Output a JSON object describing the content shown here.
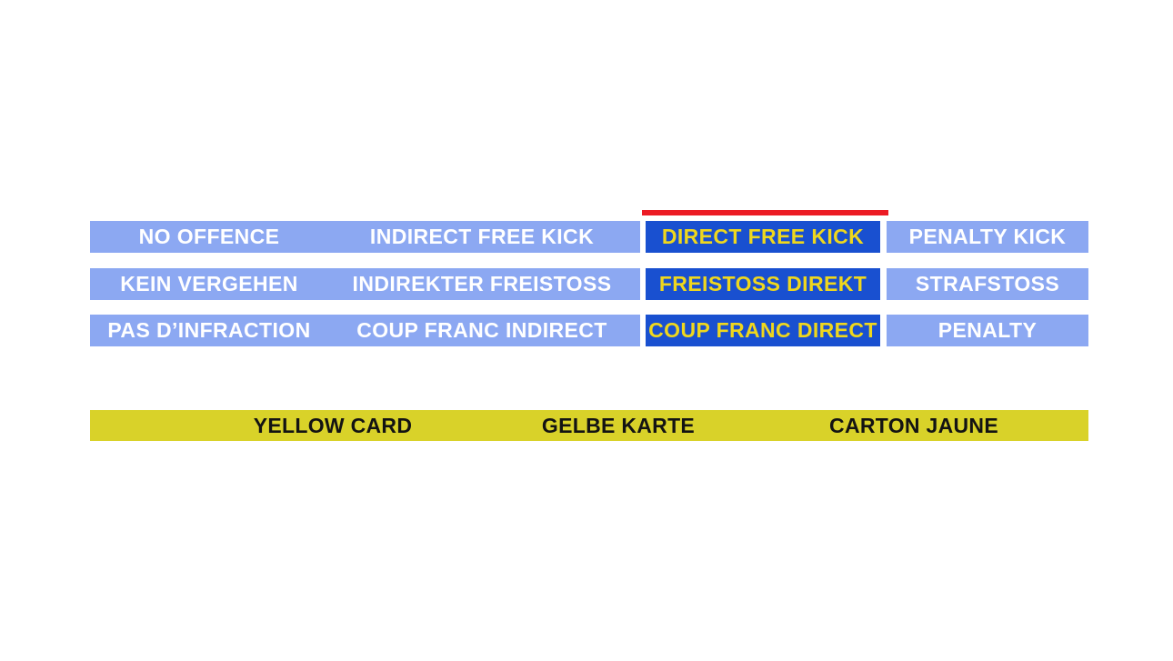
{
  "panel": {
    "selected_column_index": 2,
    "rows": [
      {
        "language": "english",
        "cells": [
          "NO OFFENCE",
          "INDIRECT FREE KICK",
          "DIRECT FREE KICK",
          "PENALTY KICK"
        ]
      },
      {
        "language": "german",
        "cells": [
          "KEIN VERGEHEN",
          "INDIREKTER FREISTOSS",
          "FREISTOSS DIREKT",
          "STRAFSTOSS"
        ]
      },
      {
        "language": "french",
        "cells": [
          "PAS D’INFRACTION",
          "COUP FRANC INDIRECT",
          "COUP FRANC DIRECT",
          "PENALTY"
        ]
      }
    ]
  },
  "card_bar": {
    "labels": [
      "YELLOW CARD",
      "GELBE KARTE",
      "CARTON JAUNE"
    ]
  },
  "colors": {
    "option_default_bg": "#8CA8F2",
    "option_selected_bg": "#1950D0",
    "selected_indicator_red": "#EC1B24",
    "option_default_text": "#FFFFFF",
    "option_selected_text": "#EFD71D",
    "card_bar_bg": "#D9D229",
    "card_bar_text": "#131313"
  }
}
